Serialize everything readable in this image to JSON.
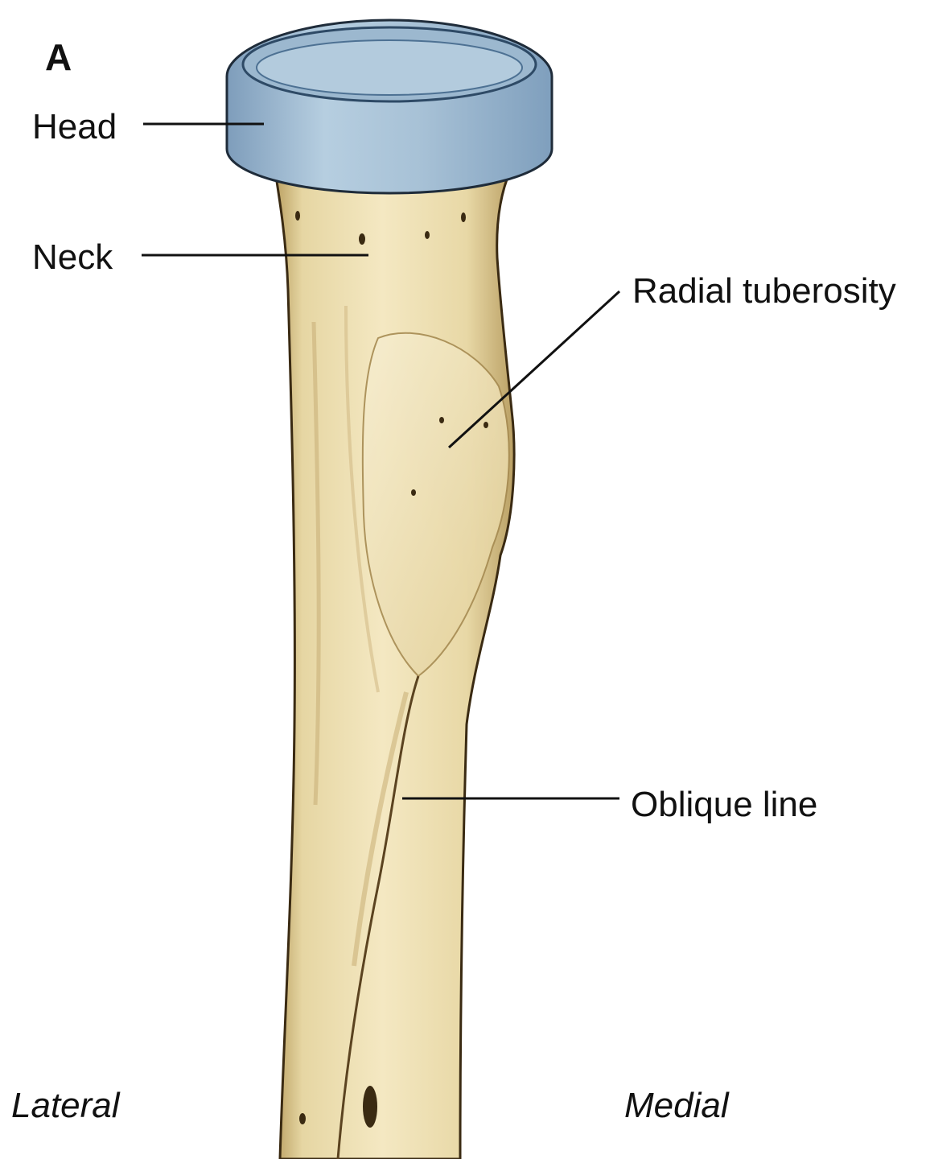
{
  "figure": {
    "panel_letter": "A",
    "labels": {
      "head": "Head",
      "neck": "Neck",
      "radial_tuberosity": "Radial tuberosity",
      "oblique_line": "Oblique line"
    },
    "orientation": {
      "left": "Lateral",
      "right": "Medial"
    }
  },
  "colors": {
    "bone": "#efe2b6",
    "bone_shadow": "#b89d5e",
    "bone_outline": "#3a2a12",
    "cartilage": "#9fbcd3",
    "cartilage_dark": "#6c8cab",
    "leader_line": "#111111"
  },
  "icons": [
    "radius-bone-illustration"
  ]
}
